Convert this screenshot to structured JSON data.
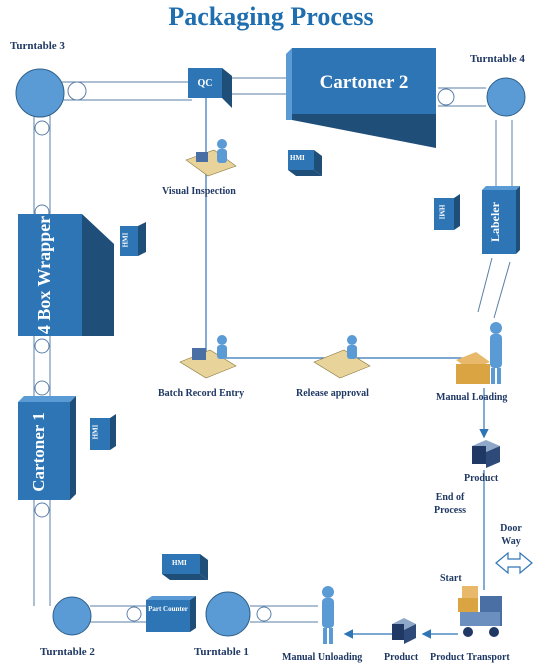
{
  "title": "Packaging Process",
  "labels": {
    "turntable_3": "Turntable 3",
    "turntable_4": "Turntable 4",
    "turntable_2": "Turntable 2",
    "turntable_1": "Turntable 1",
    "qc": "QC",
    "cartoner_2": "Cartoner 2",
    "cartoner_1": "Cartoner 1",
    "box_wrapper": "4 Box Wrapper",
    "labeler": "Labeler",
    "part_counter": "Part Counter",
    "visual_inspection": "Visual Inspection",
    "batch_record_entry": "Batch Record Entry",
    "release_approval": "Release approval",
    "manual_loading": "Manual Loading",
    "product_top": "Product",
    "end_of_process": "End of Process",
    "door_way": "Door Way",
    "start": "Start",
    "manual_unloading": "Manual Unloading",
    "product_bottom": "Product",
    "product_transport": "Product Transport",
    "hmi": "HMI"
  },
  "colors": {
    "title": "#1f6fb0",
    "box_front": "#2e75b6",
    "box_side": "#1f4e79",
    "roller": "#5b9bd5",
    "arrow": "#2e75b6",
    "label": "#1f3864"
  }
}
